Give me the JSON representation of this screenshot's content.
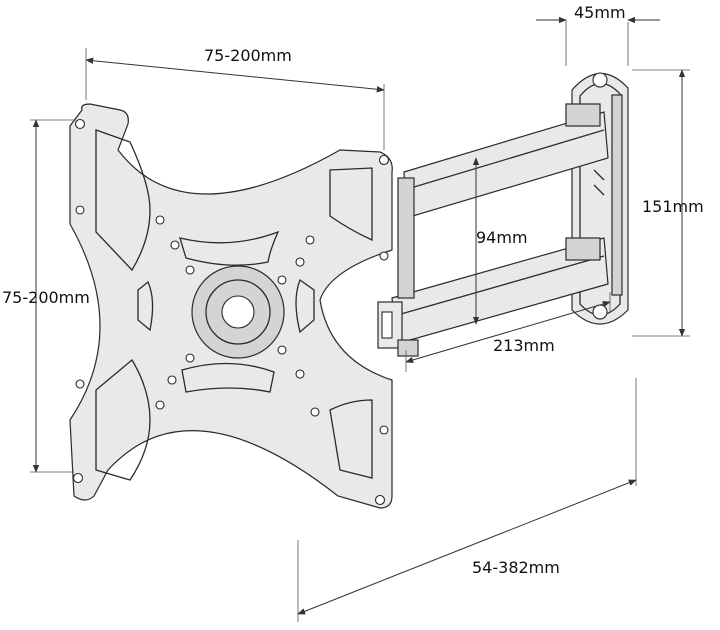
{
  "labels": {
    "depth": "45mm",
    "plate_width": "75-200mm",
    "plate_height": "75-200mm",
    "wall_height": "151mm",
    "arm_height": "94mm",
    "arm_length": "213mm",
    "extension": "54-382mm"
  }
}
